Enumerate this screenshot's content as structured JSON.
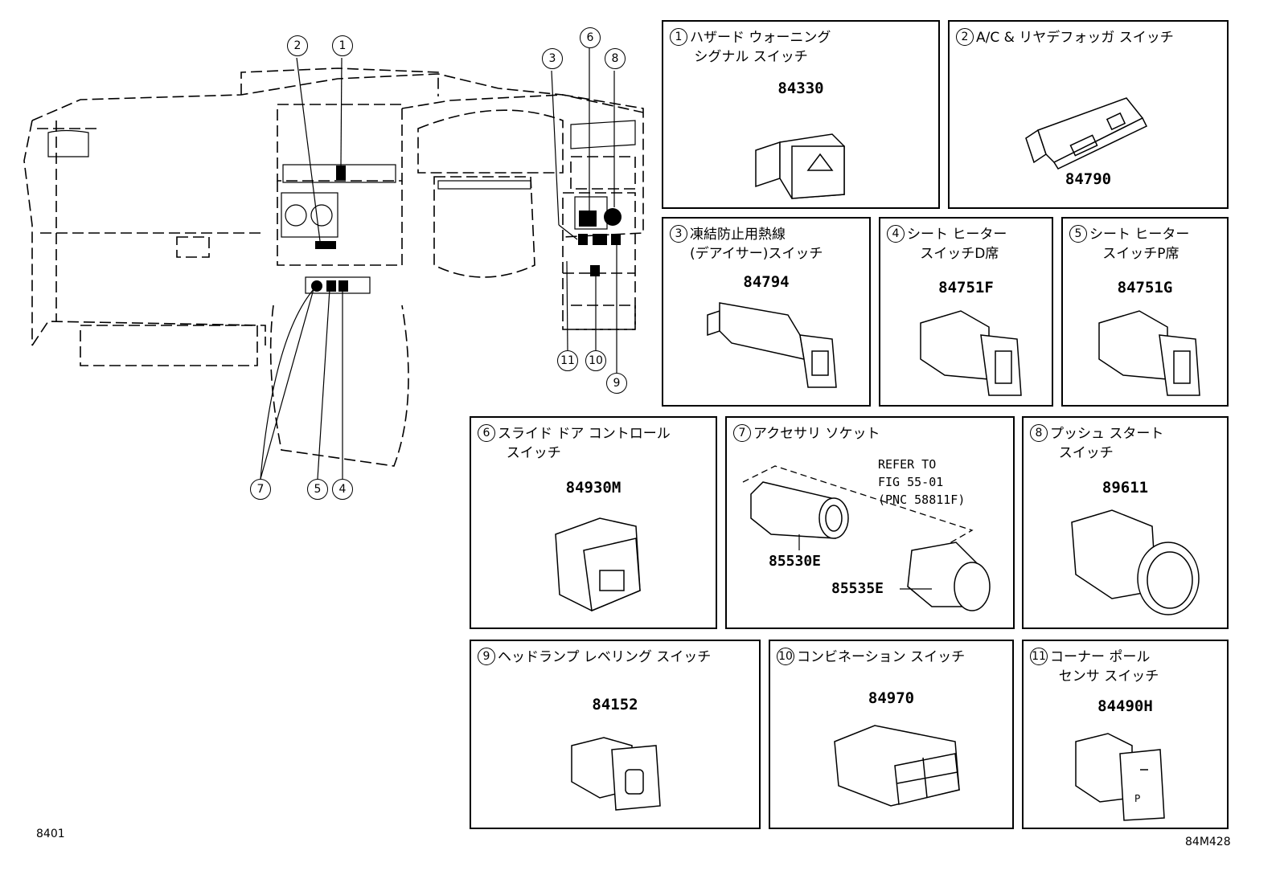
{
  "overview": {
    "callouts": [
      "1",
      "2",
      "3",
      "4",
      "5",
      "6",
      "7",
      "8",
      "9",
      "10",
      "11"
    ]
  },
  "boxes": [
    {
      "num": "1",
      "title": "ハザード ウォーニング\n シグナル スイッチ",
      "part": "84330"
    },
    {
      "num": "2",
      "title": "A/C & リヤデフォッガ スイッチ",
      "part": "84790"
    },
    {
      "num": "3",
      "title": "凍結防止用熱線\n(デアイサー)スイッチ",
      "part": "84794"
    },
    {
      "num": "4",
      "title": "シート ヒーター\n   スイッチD席",
      "part": "84751F"
    },
    {
      "num": "5",
      "title": "シート ヒーター\n   スイッチP席",
      "part": "84751G"
    },
    {
      "num": "6",
      "title": "スライド ドア コントロール\n  スイッチ",
      "part": "84930M"
    },
    {
      "num": "7",
      "title": "アクセサリ ソケット",
      "parts": [
        "85530E",
        "85535E"
      ],
      "refer": "REFER TO\nFIG 55-01\n(PNC 58811F)"
    },
    {
      "num": "8",
      "title": "プッシュ スタート\n  スイッチ",
      "part": "89611"
    },
    {
      "num": "9",
      "title": "ヘッドランプ レベリング スイッチ",
      "part": "84152"
    },
    {
      "num": "10",
      "title": "コンビネーション スイッチ",
      "part": "84970"
    },
    {
      "num": "11",
      "title": "コーナー ポール\n  センサ スイッチ",
      "part": "84490H"
    }
  ],
  "footer": {
    "left": "8401",
    "right": "84M428"
  }
}
